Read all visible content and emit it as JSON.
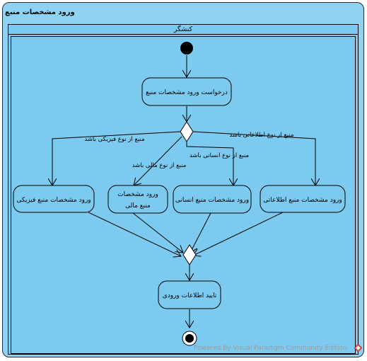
{
  "diagram": {
    "title": "ورود مشخصات منبع",
    "lane": "کنشگر",
    "nodes": {
      "request": "درخواست ورود مشخصات منبع",
      "physical": "ورود مشخصات منبع فیزیکی",
      "financial_line1": "ورود مشخصات",
      "financial_line2": "منبع مالی",
      "human": "ورود مشخصات منبع انسانی",
      "information": "ورود مشخصات منبع اطلاعاتی",
      "confirm": "تایید اطلاعات ورودی"
    },
    "guards": {
      "physical": "منبع از نوع فیزیکی باشد",
      "financial": "منبع از نوع مالی باشد",
      "human": "منبع از نوع انسانی باشد",
      "information": "منبع از نوع اطلاعاتی باشد"
    }
  },
  "watermark": "Powered By  Visual Paradigm Community Edition"
}
